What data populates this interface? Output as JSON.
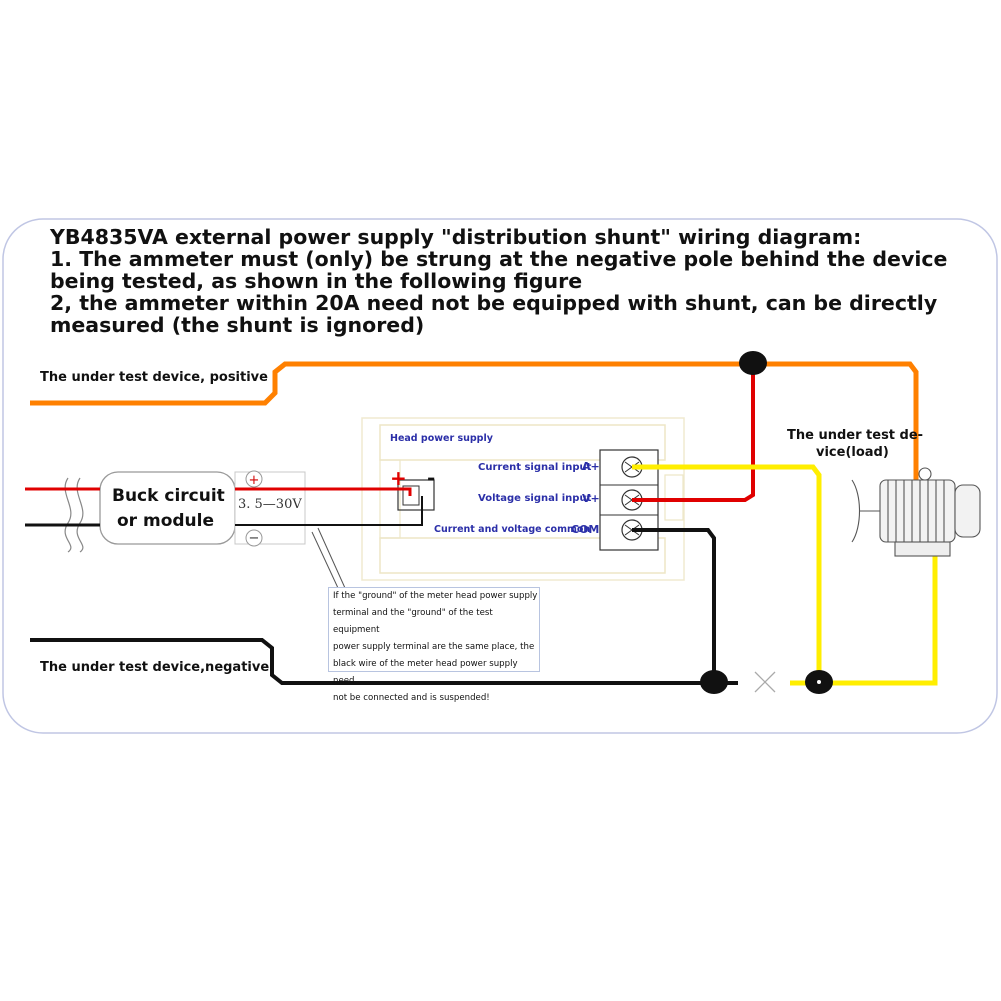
{
  "title": {
    "line1": "YB4835VA external power supply \"distribution shunt\" wiring diagram:",
    "line2": "1. The ammeter must (only) be strung at the negative pole behind the device",
    "line3": "being tested, as shown in the following figure",
    "line4": "2, the ammeter within 20A need not be equipped with shunt, can be directly",
    "line5": "measured (the shunt is ignored)"
  },
  "labels": {
    "positive": "The under test device, positive",
    "negative": "The under test device,negative",
    "load_line1": "The under test de-",
    "load_line2": "vice(load)",
    "buck_line1": "Buck circuit",
    "buck_line2": "or module",
    "voltage_range": "3. 5—30V",
    "plus_sign": "+",
    "minus_sign": "-",
    "head_power_supply": "Head power supply",
    "current_input": "Current signal input",
    "current_terminal": "A+",
    "voltage_input": "Voltage signal input",
    "voltage_terminal": "V+",
    "common_input": "Current and voltage common",
    "common_terminal": "COM"
  },
  "note": {
    "line1": "If the \"ground\" of the meter head power supply",
    "line2": "terminal and the \"ground\" of the test equipment",
    "line3": "power supply terminal are the same place, the",
    "line4": "black wire of the meter head power supply need",
    "line5": "not be connected and is suspended!"
  },
  "colors": {
    "positive_wire": "#ff8000",
    "red_wire": "#e00000",
    "black_wire": "#111111",
    "yellow_wire": "#ffee00",
    "frame_border": "#c0c6e4",
    "label_blue": "#2b2fa8"
  }
}
